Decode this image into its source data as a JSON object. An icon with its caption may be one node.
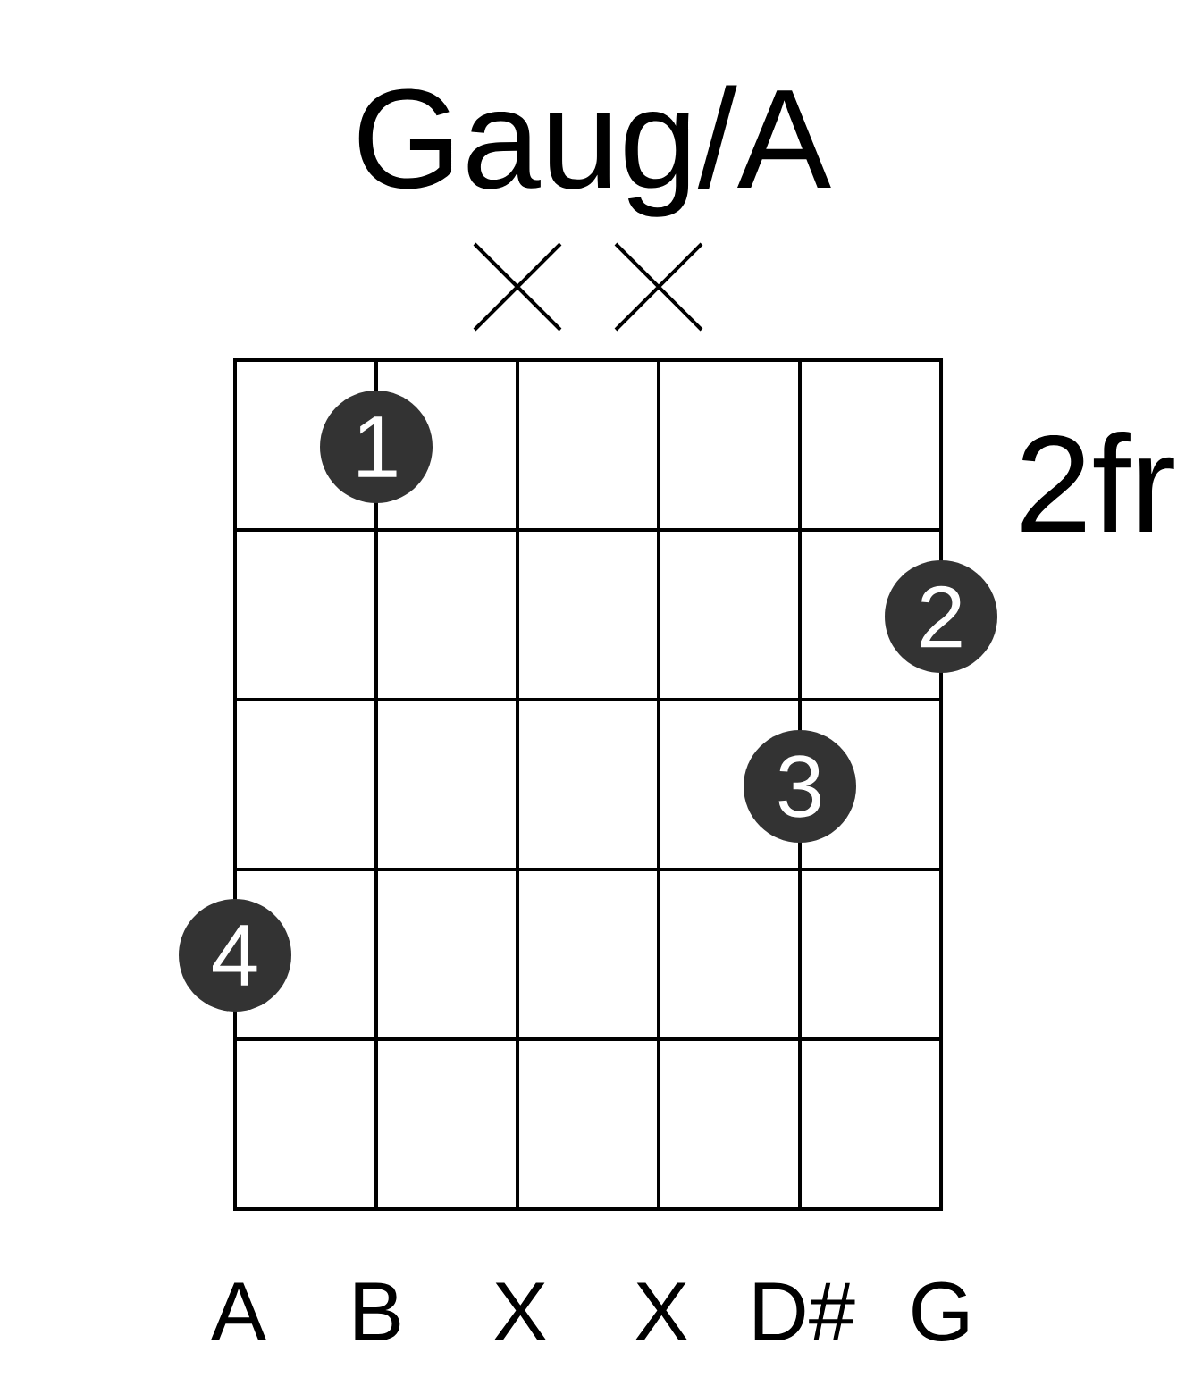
{
  "diagram": {
    "title": "Gaug/A",
    "nodes": [
      {
        "text": [
          "1"
        ]
      },
      {
        "text": [
          "2"
        ]
      },
      {
        "text": [
          "3"
        ]
      },
      {
        "text": [
          "4"
        ]
      }
    ],
    "labels": [
      "2fr",
      "A",
      "B",
      "X",
      "X",
      "D#",
      "G"
    ]
  }
}
